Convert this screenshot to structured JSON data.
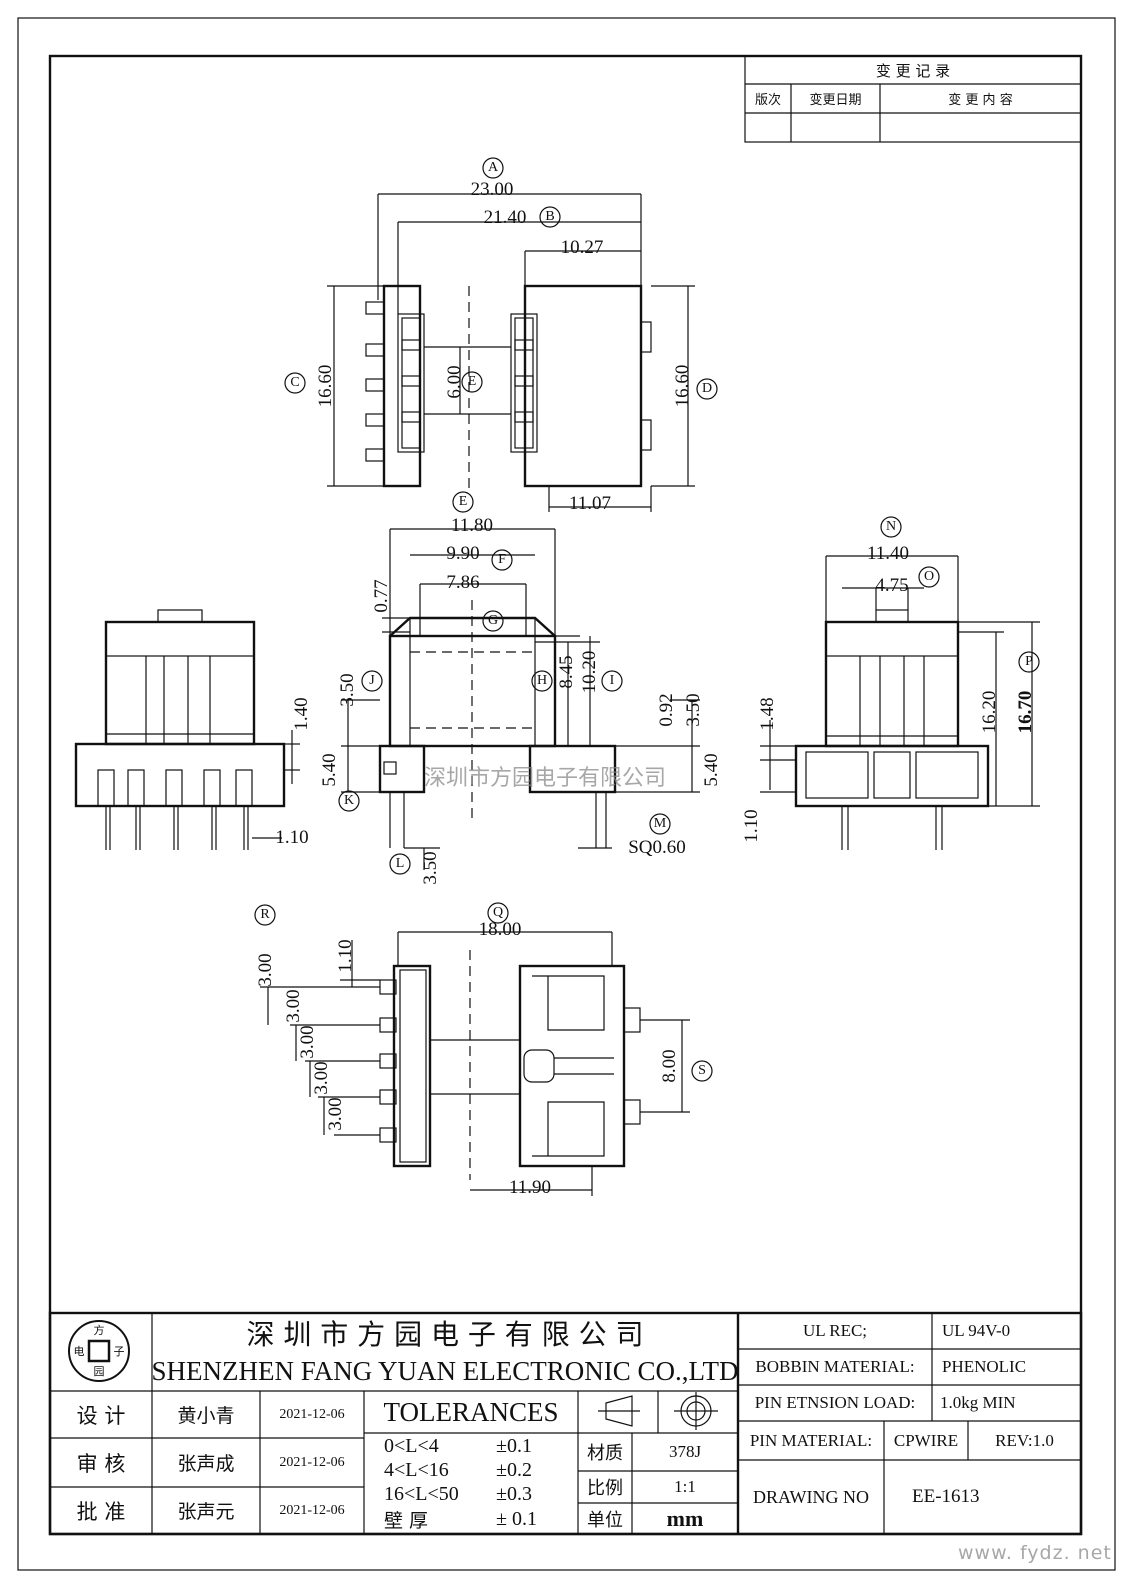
{
  "change_record": {
    "title": "变 更 记 录",
    "col_version": "版次",
    "col_date": "变更日期",
    "col_content": "变 更 内 容"
  },
  "dimensions": {
    "top": [
      "23.00",
      "21.40",
      "10.27",
      "16.60",
      "6.00",
      "16.60",
      "11.07"
    ],
    "front": [
      "11.80",
      "9.90",
      "7.86",
      "0.77",
      "3.50",
      "1.40",
      "5.40",
      "1.10",
      "8.45",
      "10.20",
      "0.92",
      "3.50",
      "5.40",
      "1.10",
      "3.50",
      "SQ0.60"
    ],
    "side": [
      "11.40",
      "4.75",
      "1.48",
      "16.20",
      "16.70"
    ],
    "bottom": [
      "18.00",
      "1.10",
      "3.00",
      "3.00",
      "3.00",
      "3.00",
      "3.00",
      "8.00",
      "11.90"
    ]
  },
  "callouts": [
    "A",
    "B",
    "C",
    "D",
    "E",
    "E",
    "F",
    "G",
    "H",
    "I",
    "J",
    "K",
    "L",
    "M",
    "N",
    "O",
    "P",
    "Q",
    "R",
    "S"
  ],
  "watermark_center": "深圳市方园电子有限公司",
  "watermark_corner": "www. fydz. net",
  "logo": {
    "chars": [
      "方",
      "电",
      "子",
      "园"
    ]
  },
  "company": {
    "name_cn": "深 圳 市 方 园 电 子 有 限 公 司",
    "name_en": "SHENZHEN FANG YUAN ELECTRONIC CO.,LTD"
  },
  "signoff": [
    {
      "role": "设  计",
      "name": "黄小青",
      "date": "2021-12-06"
    },
    {
      "role": "审  核",
      "name": "张声成",
      "date": "2021-12-06"
    },
    {
      "role": "批  准",
      "name": "张声元",
      "date": "2021-12-06"
    }
  ],
  "tolerances": {
    "title": "TOLERANCES",
    "rows": [
      {
        "range": "0<L<4",
        "tol": "±0.1"
      },
      {
        "range": "4<L<16",
        "tol": "±0.2"
      },
      {
        "range": "16<L<50",
        "tol": "±0.3"
      },
      {
        "range": "壁  厚",
        "tol": "± 0.1"
      }
    ]
  },
  "material": {
    "label": "材质",
    "value": "378J"
  },
  "scale": {
    "label": "比例",
    "value": "1:1"
  },
  "unit": {
    "label": "单位",
    "value": "mm"
  },
  "specs": {
    "ul_rec_label": "UL REC;",
    "ul_rec_value": "UL  94V-0",
    "bobbin_label": "BOBBIN MATERIAL:",
    "bobbin_value": "PHENOLIC",
    "pin_load_label": "PIN ETNSION LOAD:",
    "pin_load_value": "1.0kg MIN",
    "pin_mat_label": "PIN MATERIAL:",
    "pin_mat_value": "CPWIRE",
    "rev": "REV:1.0",
    "drawing_no_label": "DRAWING NO",
    "drawing_no_value": "EE-1613"
  }
}
